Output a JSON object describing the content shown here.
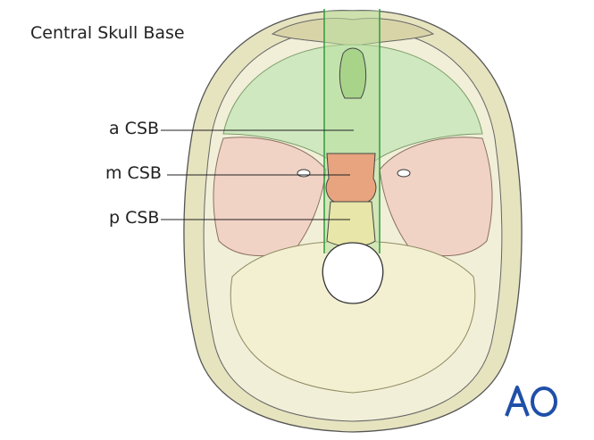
{
  "title": "Central Skull Base",
  "labels": {
    "a": "a CSB",
    "m": "m CSB",
    "p": "p CSB"
  },
  "logo_text": "AO",
  "colors": {
    "anterior": "#cfe8bf",
    "anterior_strip": "#b9de9e",
    "middle": "#e7a47e",
    "posterior": "#e8e6a8",
    "lateral_pink": "#f1d3c6",
    "skull_outer": "#e6e3bf",
    "skull_inner": "#f1efd8",
    "line_green": "#2e9c3c",
    "logo_blue": "#1f4fa8"
  }
}
